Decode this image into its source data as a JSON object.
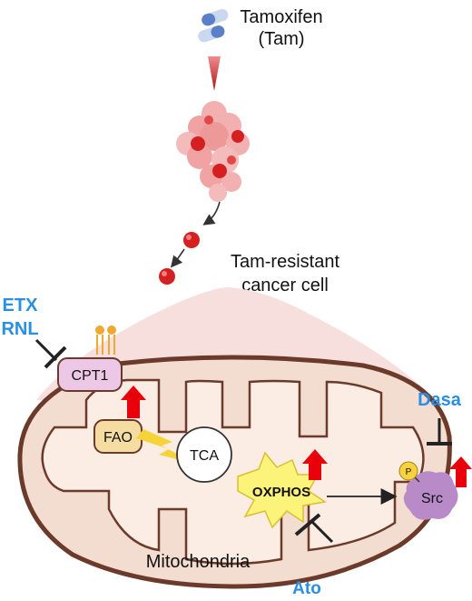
{
  "drug": {
    "line1": "Tamoxifen",
    "line2": "(Tam)"
  },
  "cell_label": {
    "line1": "Tam-resistant",
    "line2": "cancer cell"
  },
  "inhibitors": {
    "etx": "ETX",
    "rnl": "RNL",
    "dasa": "Dasa",
    "ato": "Ato"
  },
  "nodes": {
    "cpt1": "CPT1",
    "fao": "FAO",
    "tca": "TCA",
    "oxphos": "OXPHOS",
    "src": "Src",
    "phospho": "P"
  },
  "organelle_label": "Mitochondria",
  "colors": {
    "inhibitor_text": "#2a8fe0",
    "upregulation_arrow": "#e8000b",
    "mito_outer": "#6b3a2a",
    "mito_fill": "#f3dcd0",
    "cell_fill": "#f6dfdc",
    "cpt1_fill": "#ecc8e6",
    "fao_fill": "#f5dca0",
    "oxphos_fill": "#fbf37a",
    "src_fill": "#b88ac8"
  },
  "icons": [
    "pill-icon",
    "tumor-cluster-icon",
    "single-cell-icon",
    "lipid-transporter-icon",
    "lightning-icon",
    "inhibition-bar-icon",
    "up-arrow-icon"
  ]
}
